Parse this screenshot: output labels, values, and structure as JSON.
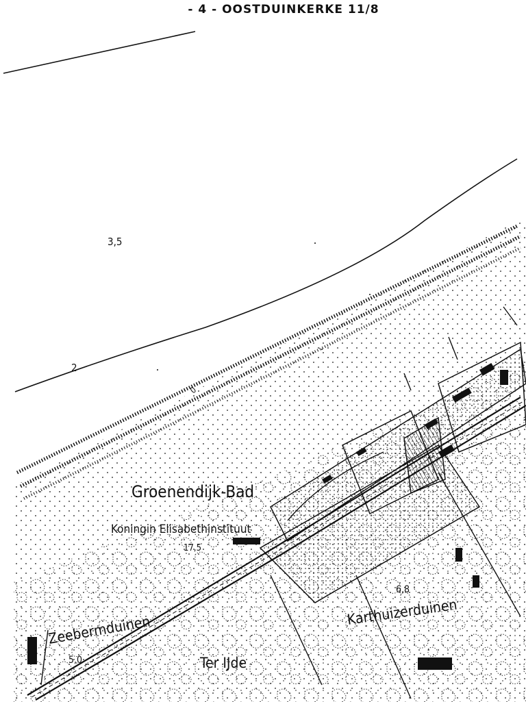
{
  "title": "- 4 - OOSTDUINKERKE 11/8",
  "depth_labels": {
    "sea_depth": "3,5",
    "contour_2": "2",
    "contour_0": "0"
  },
  "place_labels": {
    "town": "Groenendijk-Bad",
    "institute": "Koningin Elisabethinstituut",
    "elev_institute": "17,5",
    "dunes_west": "Zeebermduinen",
    "elev_west": "5,0",
    "locality": "Ter IJde",
    "dunes_east": "Karthuizerduinen",
    "elev_east": "6,8"
  },
  "colors": {
    "ink": "#111111",
    "paper": "#ffffff"
  }
}
